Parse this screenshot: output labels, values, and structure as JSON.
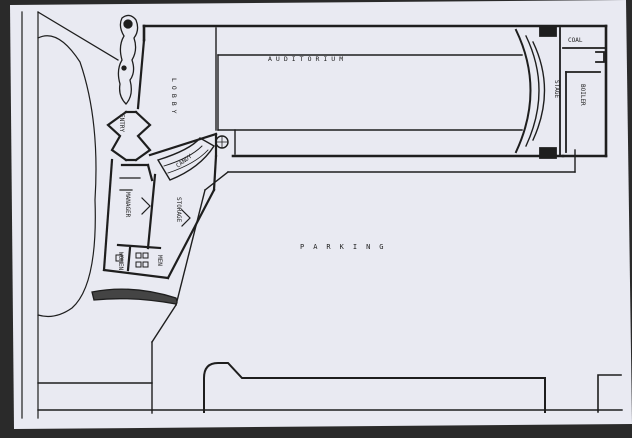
{
  "plan": {
    "colors": {
      "paper": "#e9eaf2",
      "ink": "#1e1e1e",
      "frame": "#2a2a2a",
      "hedge": "#444444"
    },
    "rooms": {
      "auditorium": "AUDITORIUM",
      "lobby": "LOBBY",
      "entry": "ENTRY",
      "candy": "CANDY",
      "stage": "STAGE",
      "boiler": "BOILER",
      "coal": "COAL",
      "manager": "MANAGER",
      "storage": "STORAGE",
      "women": "WOMEN",
      "men": "MEN",
      "parking": "PARKING"
    }
  }
}
